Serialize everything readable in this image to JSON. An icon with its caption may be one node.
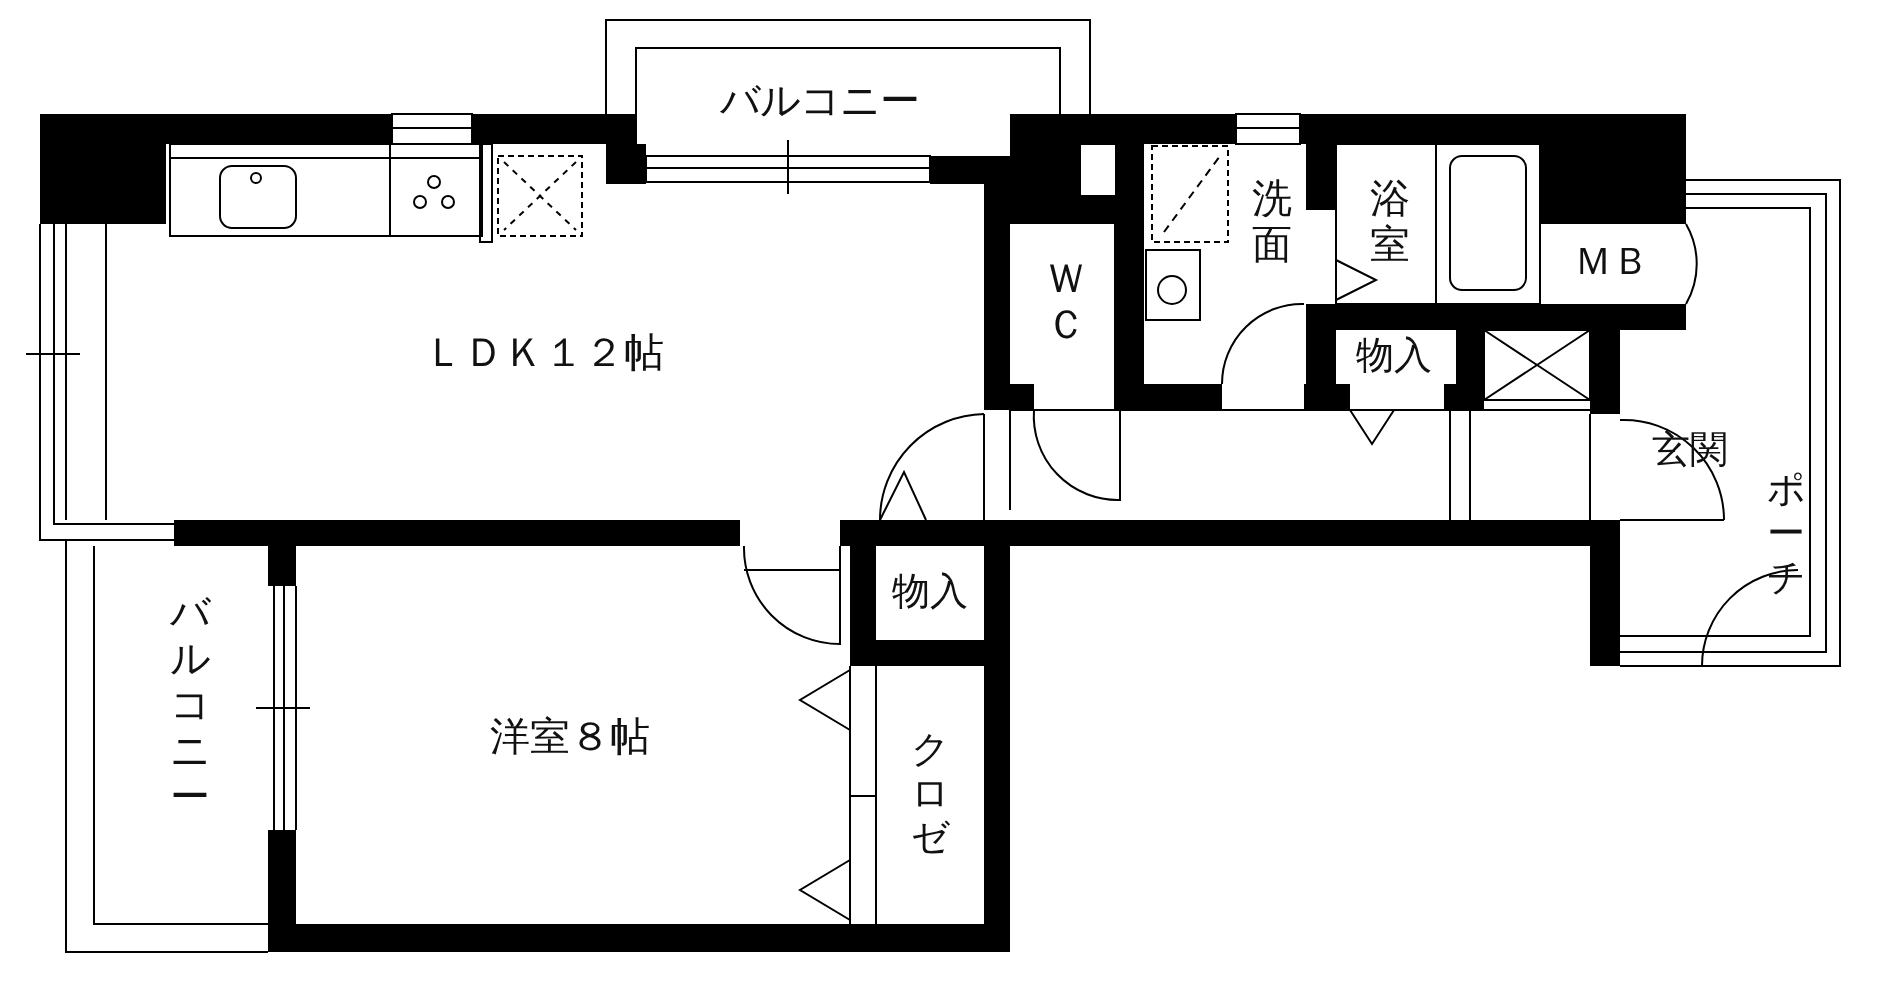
{
  "diagram": {
    "nodes": [
      {
        "text": [
          "バルコニー"
        ]
      },
      {
        "text": [
          "ＬＤＫ１２帖"
        ]
      },
      {
        "text": [
          "ＷＣ"
        ]
      },
      {
        "text": [
          "洗面"
        ]
      },
      {
        "text": [
          "浴室"
        ]
      },
      {
        "text": [
          "ＭＢ"
        ]
      },
      {
        "text": [
          "物入"
        ]
      },
      {
        "text": [
          "玄関"
        ]
      },
      {
        "text": [
          "ポーチ"
        ]
      },
      {
        "text": [
          "物入"
        ]
      },
      {
        "text": [
          "洋室８帖"
        ]
      },
      {
        "text": [
          "クロゼ"
        ]
      },
      {
        "text": [
          "バルコニー"
        ]
      }
    ]
  }
}
